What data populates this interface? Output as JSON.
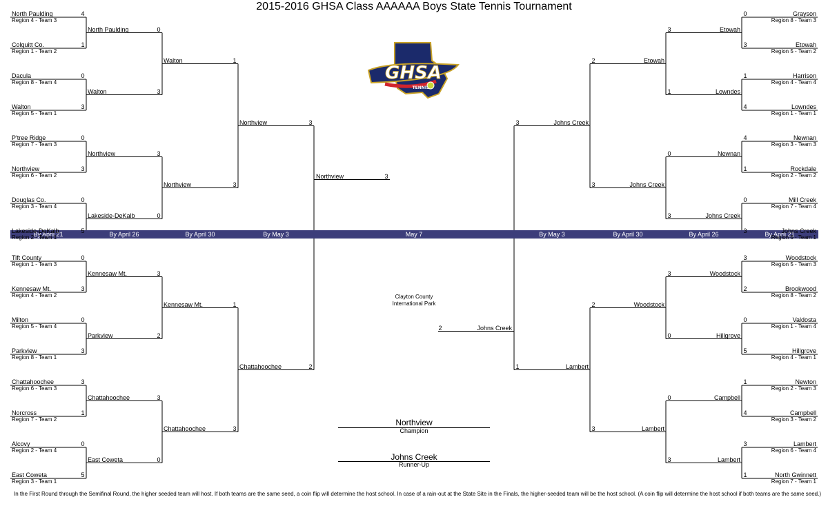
{
  "title": "2015-2016 GHSA Class AAAAAA Boys State Tennis Tournament",
  "logo": {
    "text": "GHSA",
    "subtext": "TENNIS"
  },
  "dates": {
    "r1": "By April 21",
    "r2": "By April 26",
    "r3": "By April 30",
    "r4": "By May 3",
    "final": "May 7"
  },
  "venue": {
    "line1": "Clayton County",
    "line2": "International Park"
  },
  "champion": {
    "name": "Northview",
    "label": "Champion"
  },
  "runner_up": {
    "name": "Johns Creek",
    "label": "Runner-Up"
  },
  "final": {
    "left_team": "Northview",
    "left_score": "3",
    "right_team": "Johns Creek",
    "right_score": "2"
  },
  "footnote": "In the First Round through the Semifinal Round, the higher seeded team will host. If both teams are the same seed, a coin flip will determine the host school. In case of a rain-out at the State Site in the Finals, the higher-seeded team will be the host school.  (A coin flip will determine the host school if both teams are the same seed.)",
  "brackets": {
    "top_left": {
      "r1": [
        {
          "team": "North Paulding",
          "seed": "Region 4 - Team 3",
          "score": "4"
        },
        {
          "team": "Colquitt Co.",
          "seed": "Region 1 - Team 2",
          "score": "1"
        },
        {
          "team": "Dacula",
          "seed": "Region 8 - Team 4",
          "score": "0"
        },
        {
          "team": "Walton",
          "seed": "Region 5 - Team 1",
          "score": "3"
        },
        {
          "team": "P'tree Ridge",
          "seed": "Region 7 - Team 3",
          "score": "0"
        },
        {
          "team": "Northview",
          "seed": "Region 6 - Team 2",
          "score": "3"
        },
        {
          "team": "Douglas Co.",
          "seed": "Region 3 - Team 4",
          "score": "0"
        },
        {
          "team": "Lakeside-DeKalb",
          "seed": "Region 2 - Team 1",
          "score": "5"
        }
      ],
      "r2": [
        {
          "team": "North Paulding",
          "score": "0"
        },
        {
          "team": "Walton",
          "score": "3"
        },
        {
          "team": "Northview",
          "score": "3"
        },
        {
          "team": "Lakeside-DeKalb",
          "score": "0"
        }
      ],
      "r3": [
        {
          "team": "Walton",
          "score": "1"
        },
        {
          "team": "Northview",
          "score": "3"
        }
      ],
      "r4": [
        {
          "team": "Northview",
          "score": "3"
        }
      ]
    },
    "bottom_left": {
      "r1": [
        {
          "team": "Tift County",
          "seed": "Region 1 - Team 3",
          "score": "0"
        },
        {
          "team": "Kennesaw Mt.",
          "seed": "Region 4 - Team 2",
          "score": "3"
        },
        {
          "team": "Milton",
          "seed": "Region 5 - Team 4",
          "score": "0"
        },
        {
          "team": "Parkview",
          "seed": "Region 8 - Team 1",
          "score": "3"
        },
        {
          "team": "Chattahoochee",
          "seed": "Region 6 - Team 3",
          "score": "3"
        },
        {
          "team": "Norcross",
          "seed": "Region 7 - Team 2",
          "score": "1"
        },
        {
          "team": "Alcovy",
          "seed": "Region 2 - Team 4",
          "score": "0"
        },
        {
          "team": "East Coweta",
          "seed": "Region 3 - Team 1",
          "score": "5"
        }
      ],
      "r2": [
        {
          "team": "Kennesaw Mt.",
          "score": "3"
        },
        {
          "team": "Parkview",
          "score": "2"
        },
        {
          "team": "Chattahoochee",
          "score": "3"
        },
        {
          "team": "East Coweta",
          "score": "0"
        }
      ],
      "r3": [
        {
          "team": "Kennesaw Mt.",
          "score": "1"
        },
        {
          "team": "Chattahoochee",
          "score": "3"
        }
      ],
      "r4": [
        {
          "team": "Chattahoochee",
          "score": "2"
        }
      ]
    },
    "top_right": {
      "r1": [
        {
          "team": "Grayson",
          "seed": "Region 8 - Team 3",
          "score": "0"
        },
        {
          "team": "Etowah",
          "seed": "Region 5 - Team 2",
          "score": "3"
        },
        {
          "team": "Harrison",
          "seed": "Region 4 - Team 4",
          "score": "1"
        },
        {
          "team": "Lowndes",
          "seed": "Region 1 - Team 1",
          "score": "4"
        },
        {
          "team": "Newnan",
          "seed": "Region 3 - Team 3",
          "score": "4"
        },
        {
          "team": "Rockdale",
          "seed": "Region 2 - Team 2",
          "score": "1"
        },
        {
          "team": "Mill Creek",
          "seed": "Region 7 - Team 4",
          "score": "0"
        },
        {
          "team": "Johns Creek",
          "seed": "Region 6 - Team 1",
          "score": "3"
        }
      ],
      "r2": [
        {
          "team": "Etowah",
          "score": "3"
        },
        {
          "team": "Lowndes",
          "score": "1"
        },
        {
          "team": "Newnan",
          "score": "0"
        },
        {
          "team": "Johns Creek",
          "score": "3"
        }
      ],
      "r3": [
        {
          "team": "Etowah",
          "score": "2"
        },
        {
          "team": "Johns Creek",
          "score": "3"
        }
      ],
      "r4": [
        {
          "team": "Johns Creek",
          "score": "3"
        }
      ]
    },
    "bottom_right": {
      "r1": [
        {
          "team": "Woodstock",
          "seed": "Region 5 - Team 3",
          "score": "3"
        },
        {
          "team": "Brookwood",
          "seed": "Region 8 - Team 2",
          "score": "2"
        },
        {
          "team": "Valdosta",
          "seed": "Region 1 - Team 4",
          "score": "0"
        },
        {
          "team": "Hillgrove",
          "seed": "Region 4 - Team 1",
          "score": "5"
        },
        {
          "team": "Newton",
          "seed": "Region 2 - Team 3",
          "score": "1"
        },
        {
          "team": "Campbell",
          "seed": "Region 3 - Team 2",
          "score": "4"
        },
        {
          "team": "Lambert",
          "seed": "Region 6 - Team 4",
          "score": "3"
        },
        {
          "team": "North Gwinnett",
          "seed": "Region 7 - Team 1",
          "score": "1"
        }
      ],
      "r2": [
        {
          "team": "Woodstock",
          "score": "3"
        },
        {
          "team": "Hillgrove",
          "score": "0"
        },
        {
          "team": "Campbell",
          "score": "0"
        },
        {
          "team": "Lambert",
          "score": "3"
        }
      ],
      "r3": [
        {
          "team": "Woodstock",
          "score": "2"
        },
        {
          "team": "Lambert",
          "score": "3"
        }
      ],
      "r4": [
        {
          "team": "Lambert",
          "score": "1"
        }
      ]
    }
  }
}
